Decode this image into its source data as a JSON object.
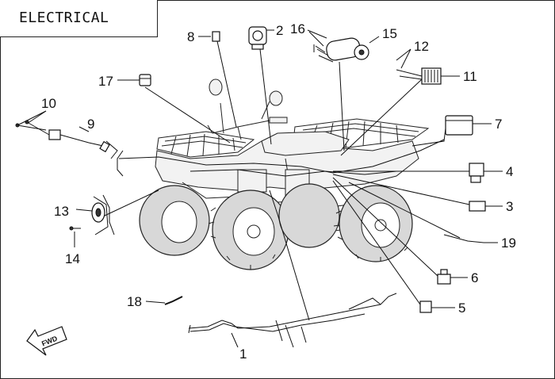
{
  "title": "ELECTRICAL",
  "fwd_label": "FWD",
  "callouts": [
    {
      "id": "c1",
      "label": "1"
    },
    {
      "id": "c2",
      "label": "2"
    },
    {
      "id": "c3",
      "label": "3"
    },
    {
      "id": "c4",
      "label": "4"
    },
    {
      "id": "c5",
      "label": "5"
    },
    {
      "id": "c6",
      "label": "6"
    },
    {
      "id": "c7",
      "label": "7"
    },
    {
      "id": "c8",
      "label": "8"
    },
    {
      "id": "c9",
      "label": "9"
    },
    {
      "id": "c10",
      "label": "10"
    },
    {
      "id": "c11",
      "label": "11"
    },
    {
      "id": "c12",
      "label": "12"
    },
    {
      "id": "c13",
      "label": "13"
    },
    {
      "id": "c14",
      "label": "14"
    },
    {
      "id": "c15",
      "label": "15"
    },
    {
      "id": "c16",
      "label": "16"
    },
    {
      "id": "c17",
      "label": "17"
    },
    {
      "id": "c18",
      "label": "18"
    },
    {
      "id": "c19",
      "label": "19"
    }
  ]
}
